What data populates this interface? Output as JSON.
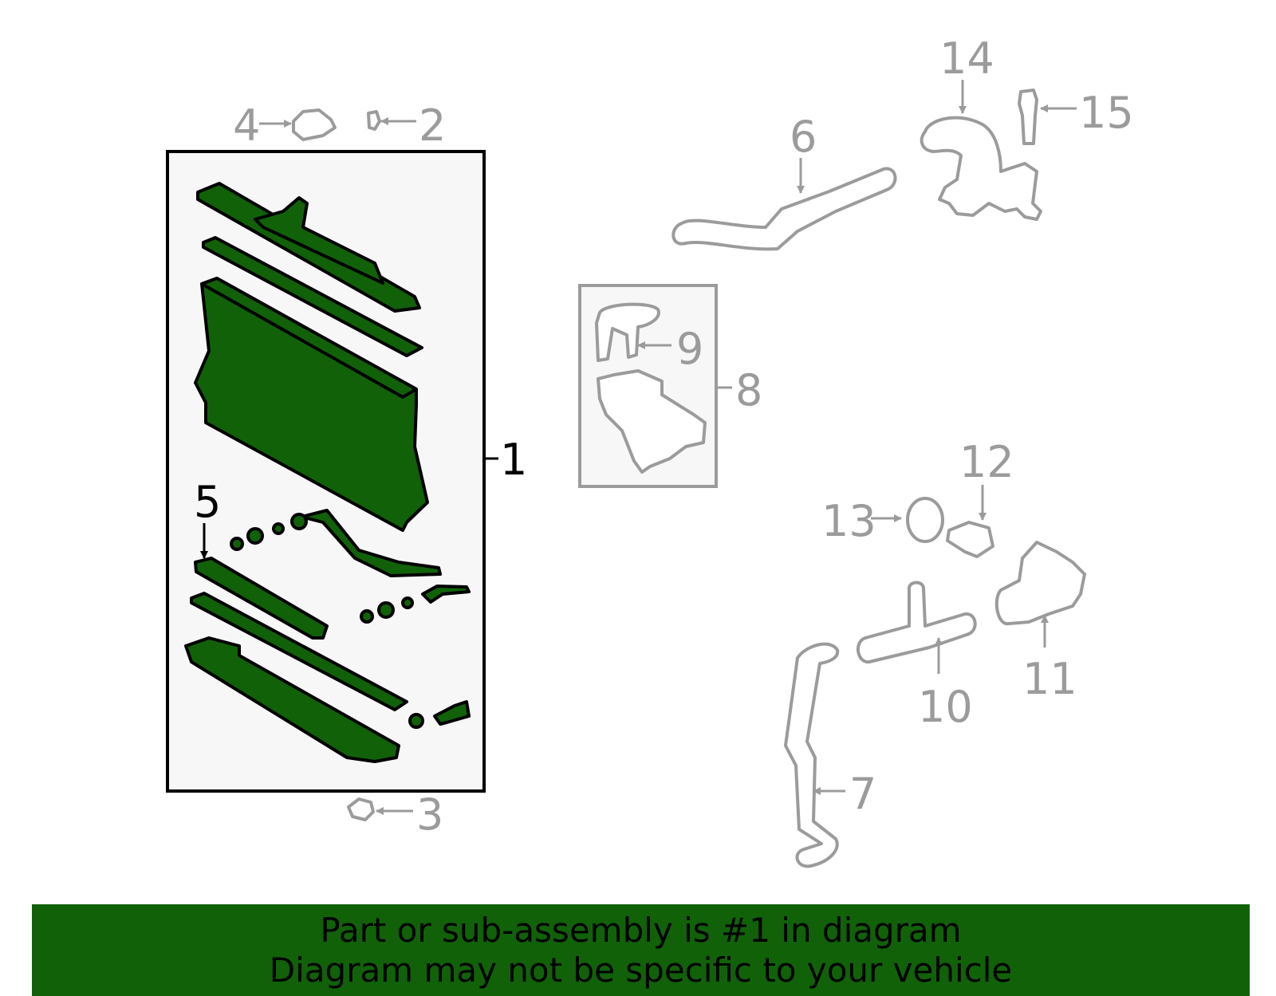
{
  "callouts": {
    "c1": "1",
    "c2": "2",
    "c3": "3",
    "c4": "4",
    "c5": "5",
    "c6": "6",
    "c7": "7",
    "c8": "8",
    "c9": "9",
    "c10": "10",
    "c11": "11",
    "c12": "12",
    "c13": "13",
    "c14": "14",
    "c15": "15"
  },
  "banner": {
    "line1": "Part or sub-assembly is #1 in diagram",
    "line2": "Diagram may not be specific to your vehicle"
  },
  "colors": {
    "highlight": "#116109",
    "callout_gray": "#9b9b9b",
    "callout_active": "#000000",
    "assembly_box_fill": "#f7f7f7"
  }
}
